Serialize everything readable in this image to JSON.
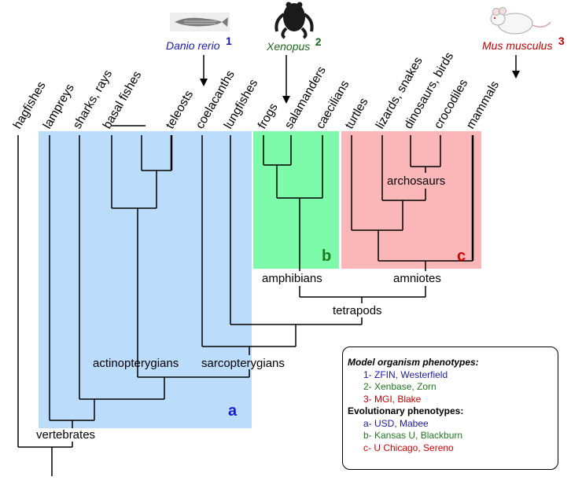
{
  "taxa": [
    "hagfishes",
    "lampreys",
    "sharks, rays",
    "basal fishes",
    "teleosts",
    "coelacanths",
    "lungfishes",
    "frogs",
    "salamanders",
    "caecilians",
    "turtles",
    "lizards, snakes",
    "dinosaurs, birds",
    "crocodiles",
    "mammals"
  ],
  "clades": {
    "vertebrates": "vertebrates",
    "actinopterygians": "actinopterygians",
    "sarcopterygians": "sarcopterygians",
    "tetrapods": "tetrapods",
    "amphibians": "amphibians",
    "amniotes": "amniotes",
    "archosaurs": "archosaurs"
  },
  "organisms": [
    {
      "name": "Danio rerio",
      "num": "1",
      "color": "#1a1aa6",
      "icon": "zebrafish-icon"
    },
    {
      "name": "Xenopus",
      "num": "2",
      "color": "#1e6b1e",
      "icon": "frog-icon"
    },
    {
      "name": "Mus musculus",
      "num": "3",
      "color": "#c00000",
      "icon": "mouse-icon"
    }
  ],
  "panels": [
    {
      "letter": "a",
      "color": "#bcdcfc",
      "letter_color": "#1a1ad6"
    },
    {
      "letter": "b",
      "color": "#7dfaaa",
      "letter_color": "#1e7a1e"
    },
    {
      "letter": "c",
      "color": "#fbb7b7",
      "letter_color": "#d40000"
    }
  ],
  "legend": {
    "model_title": "Model organism phenotypes:",
    "model_items": [
      {
        "text": "1- ZFIN, Westerfield",
        "color": "#1a1aa6"
      },
      {
        "text": "2- Xenbase, Zorn",
        "color": "#1e7a1e"
      },
      {
        "text": "3- MGI, Blake",
        "color": "#c00000"
      }
    ],
    "evo_title": "Evolutionary phenotypes:",
    "evo_items": [
      {
        "text": "a- USD, Mabee",
        "color": "#1a1aa6"
      },
      {
        "text": "b- Kansas U, Blackburn",
        "color": "#1e7a1e"
      },
      {
        "text": "c- U Chicago, Sereno",
        "color": "#d40000"
      }
    ]
  }
}
